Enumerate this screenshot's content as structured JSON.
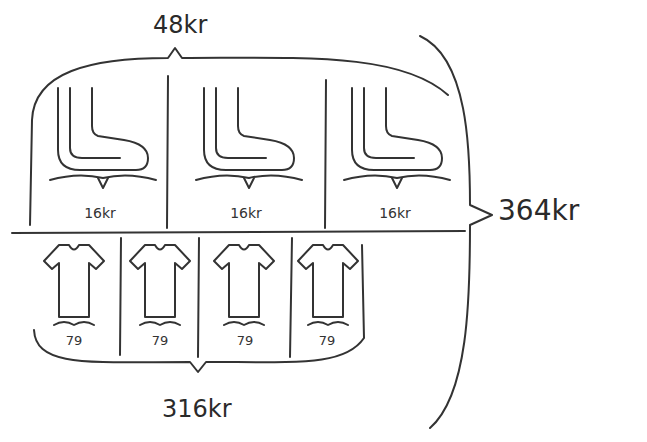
{
  "diagram": {
    "nodes": [
      {
        "text": [
          "16kr"
        ]
      },
      {
        "text": [
          "16kr"
        ]
      },
      {
        "text": [
          "16kr"
        ]
      },
      {
        "text": [
          "79"
        ]
      },
      {
        "text": [
          "79"
        ]
      },
      {
        "text": [
          "79"
        ]
      },
      {
        "text": [
          "79"
        ]
      }
    ],
    "labels": [
      "48kr",
      "316kr",
      "364kr"
    ]
  }
}
